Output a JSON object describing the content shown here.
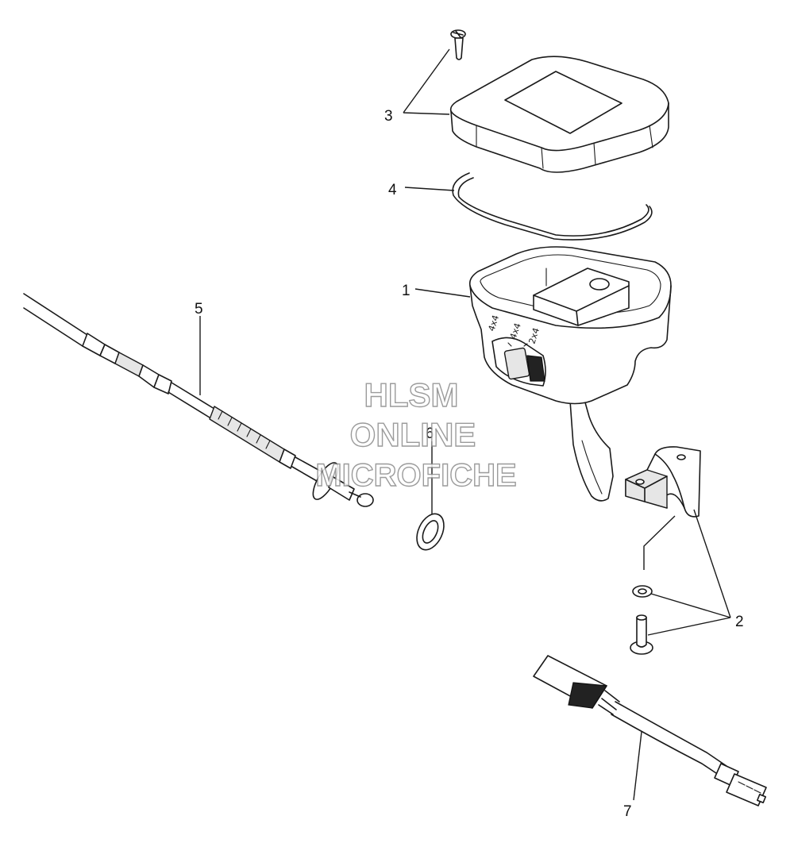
{
  "callouts": [
    {
      "id": "1",
      "label": "1"
    },
    {
      "id": "2",
      "label": "2"
    },
    {
      "id": "3",
      "label": "3"
    },
    {
      "id": "4",
      "label": "4"
    },
    {
      "id": "5",
      "label": "5"
    },
    {
      "id": "6",
      "label": "6"
    },
    {
      "id": "7",
      "label": "7"
    }
  ],
  "switch_markings": {
    "mode_a": "4x4",
    "mode_b": "4x4",
    "mode_c": "2x4"
  },
  "watermark": {
    "line1": "HLSM",
    "line2": "ONLINE",
    "line3": "MICROFICHE"
  },
  "colors": {
    "line": "#1a1a1a",
    "watermark_outline": "#8a8a8a",
    "background": "#ffffff"
  }
}
